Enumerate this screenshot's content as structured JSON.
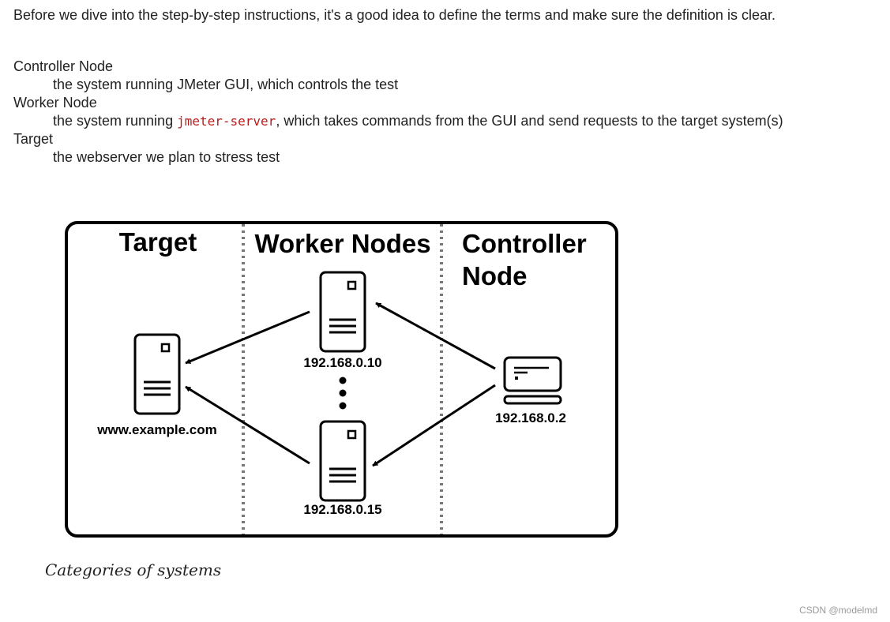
{
  "intro": "Before we dive into the step-by-step instructions, it's a good idea to define the terms and make sure the definition is clear.",
  "definitions": [
    {
      "term": "Controller Node",
      "desc": "the system running JMeter GUI, which controls the test"
    },
    {
      "term": "Worker Node",
      "desc_before": "the system running ",
      "code": "jmeter-server",
      "desc_after": ", which takes commands from the GUI and send requests to the target system(s)"
    },
    {
      "term": "Target",
      "desc": "the webserver we plan to stress test"
    }
  ],
  "diagram": {
    "columns": {
      "target": "Target",
      "workers": "Worker Nodes",
      "controller_line1": "Controller",
      "controller_line2": "Node"
    },
    "nodes": {
      "target_host": "www.example.com",
      "worker1_ip": "192.168.0.10",
      "worker2_ip": "192.168.0.15",
      "controller_ip": "192.168.0.2"
    },
    "icons": [
      "server-icon",
      "laptop-icon",
      "vertical-ellipsis-icon",
      "arrow-icon"
    ]
  },
  "caption": "Categories of systems",
  "watermark": "CSDN @modelmd"
}
